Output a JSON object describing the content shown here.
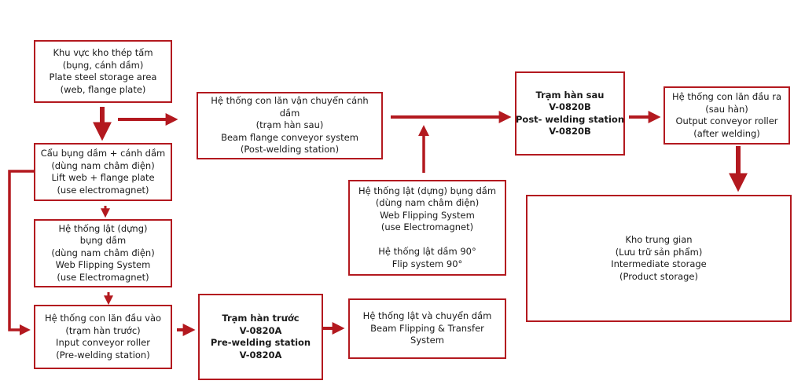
{
  "colors": {
    "accent": "#b3191f",
    "text": "#1a1a1a",
    "background": "#ffffff"
  },
  "nodes": {
    "storage_area": {
      "lines": [
        "Khu vực kho thép tấm",
        "(bụng, cánh dầm)",
        "Plate steel storage area",
        "(web, flange plate)"
      ]
    },
    "lift": {
      "lines": [
        "Cẩu bụng dầm + cánh dầm",
        "(dùng nam châm điện)",
        "Lift web + flange plate",
        "(use electromagnet)"
      ]
    },
    "web_flip_1": {
      "lines": [
        "Hệ thống lật (dựng)",
        "bụng dầm",
        "(dùng nam châm điện)",
        "Web Flipping System",
        "(use Electromagnet)"
      ]
    },
    "input_roller": {
      "lines": [
        "Hệ thống con lăn đầu vào",
        "(trạm hàn trước)",
        "Input conveyor roller",
        "(Pre-welding station)"
      ]
    },
    "pre_weld": {
      "lines": [
        "Trạm hàn trước",
        "V-0820A",
        "Pre-welding station",
        "V-0820A"
      ]
    },
    "beam_flip_transfer": {
      "lines": [
        "Hệ thống lật và chuyển dầm",
        "Beam Flipping & Transfer",
        "System"
      ]
    },
    "web_flip_2": {
      "lines": [
        "Hệ thống lật (dựng) bụng dầm",
        "(dùng nam châm điện)",
        "Web Flipping System",
        "(use Electromagnet)",
        "",
        "Hệ thống lật dầm 90°",
        "Flip system 90°"
      ]
    },
    "flange_conveyor": {
      "lines": [
        "Hệ thống con lăn vận chuyển cánh",
        "dầm",
        "(trạm hàn sau)",
        "Beam flange conveyor system",
        "(Post-welding station)"
      ]
    },
    "post_weld": {
      "lines": [
        "Trạm hàn sau",
        "V-0820B",
        "Post- welding station",
        "V-0820B"
      ]
    },
    "output_roller": {
      "lines": [
        "Hệ thống con lăn đầu ra",
        "(sau hàn)",
        "Output conveyor roller",
        "(after welding)"
      ]
    },
    "intermediate": {
      "lines": [
        "Kho trung gian",
        "(Lưu trữ sản phẩm)",
        "Intermediate storage",
        "(Product storage)"
      ]
    }
  }
}
